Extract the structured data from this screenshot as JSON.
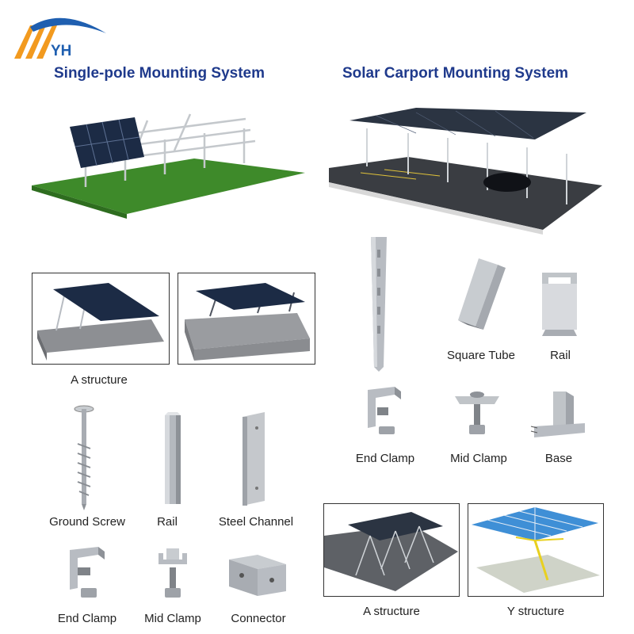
{
  "logo": {
    "text": "YH"
  },
  "left": {
    "heading": "Single-pole Mounting System",
    "structure_label": "A structure",
    "parts": [
      {
        "label": "Ground Screw",
        "icon": "ground-screw-icon"
      },
      {
        "label": "Rail",
        "icon": "rail-icon"
      },
      {
        "label": "Steel Channel",
        "icon": "steel-channel-icon"
      },
      {
        "label": "End Clamp",
        "icon": "end-clamp-icon"
      },
      {
        "label": "Mid Clamp",
        "icon": "mid-clamp-icon"
      },
      {
        "label": "Connector",
        "icon": "connector-icon"
      }
    ]
  },
  "right": {
    "heading": "Solar Carport Mounting System",
    "parts": [
      {
        "label": "Square Tube",
        "icon": "square-tube-icon"
      },
      {
        "label": "Rail",
        "icon": "rail-icon"
      },
      {
        "label": "End Clamp",
        "icon": "end-clamp-icon"
      },
      {
        "label": "Mid Clamp",
        "icon": "mid-clamp-icon"
      },
      {
        "label": "Base",
        "icon": "base-icon"
      }
    ],
    "structures": [
      {
        "label": "A structure"
      },
      {
        "label": "Y structure"
      }
    ]
  },
  "colors": {
    "heading": "#1f3a8c",
    "logo_orange": "#f29a1f",
    "logo_blue": "#1f5fb0",
    "grass": "#3e8a2a",
    "panel": "#1c2b45",
    "steel": "#b8bcc2"
  }
}
